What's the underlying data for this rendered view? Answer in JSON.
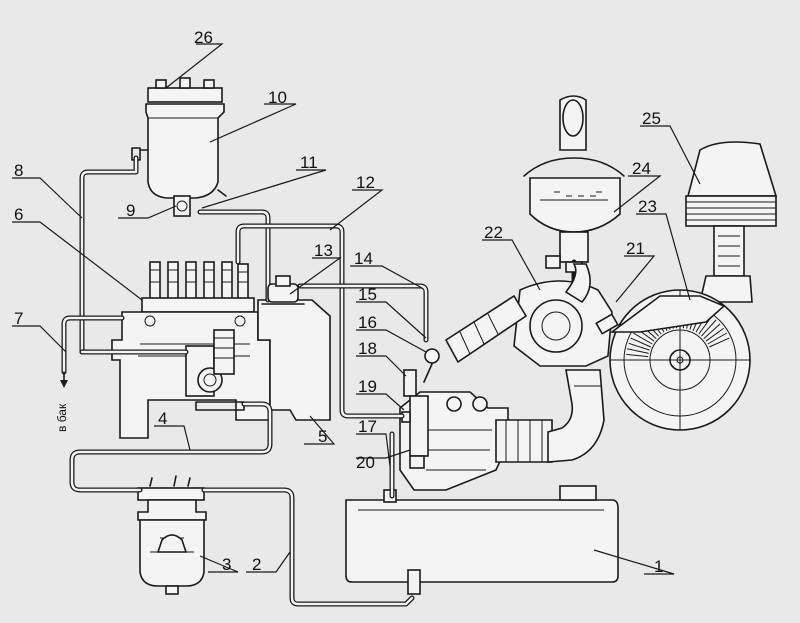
{
  "callouts": [
    {
      "id": "c1",
      "label": "1"
    },
    {
      "id": "c2",
      "label": "2"
    },
    {
      "id": "c3",
      "label": "3"
    },
    {
      "id": "c4",
      "label": "4"
    },
    {
      "id": "c5",
      "label": "5"
    },
    {
      "id": "c6",
      "label": "6"
    },
    {
      "id": "c7",
      "label": "7"
    },
    {
      "id": "c8",
      "label": "8"
    },
    {
      "id": "c9",
      "label": "9"
    },
    {
      "id": "c10",
      "label": "10"
    },
    {
      "id": "c11",
      "label": "11"
    },
    {
      "id": "c12",
      "label": "12"
    },
    {
      "id": "c13",
      "label": "13"
    },
    {
      "id": "c14",
      "label": "14"
    },
    {
      "id": "c15",
      "label": "15"
    },
    {
      "id": "c16",
      "label": "16"
    },
    {
      "id": "c17",
      "label": "17"
    },
    {
      "id": "c18",
      "label": "18"
    },
    {
      "id": "c19",
      "label": "19"
    },
    {
      "id": "c20",
      "label": "20"
    },
    {
      "id": "c21",
      "label": "21"
    },
    {
      "id": "c22",
      "label": "22"
    },
    {
      "id": "c23",
      "label": "23"
    },
    {
      "id": "c24",
      "label": "24"
    },
    {
      "id": "c25",
      "label": "25"
    },
    {
      "id": "c26",
      "label": "26"
    }
  ],
  "annotations": {
    "to_tank": "в бак"
  }
}
